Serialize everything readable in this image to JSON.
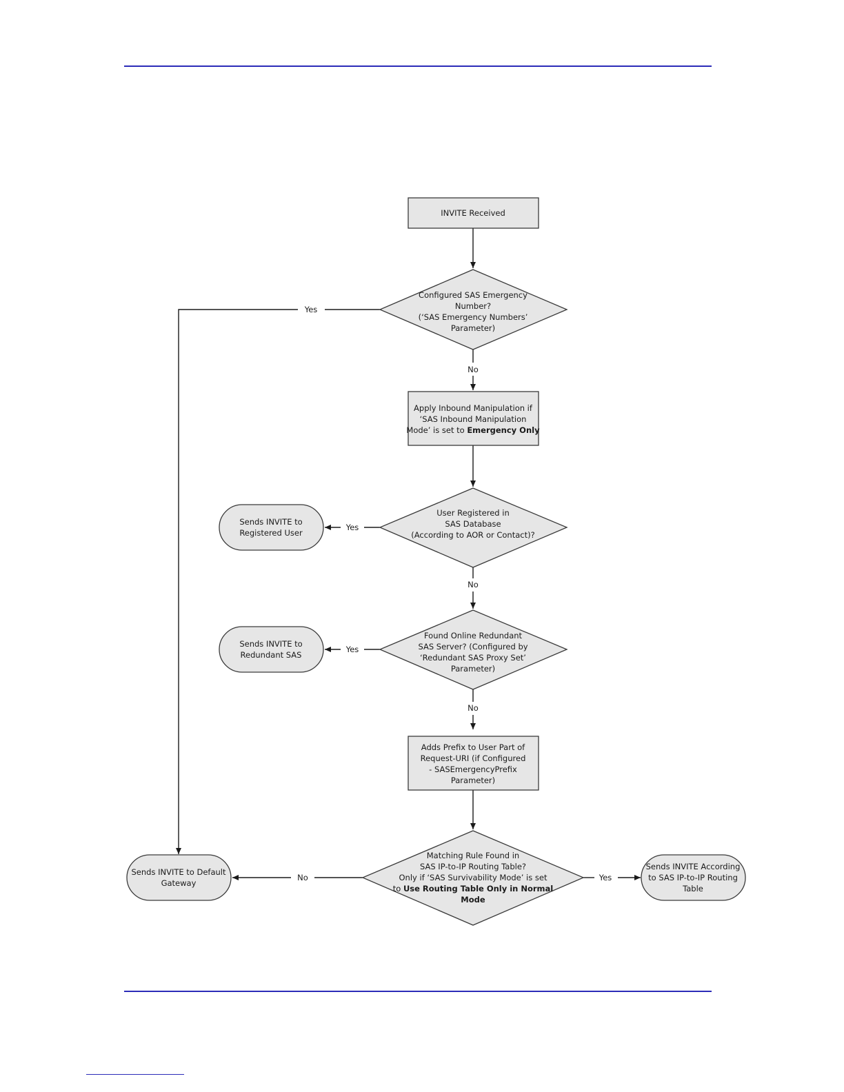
{
  "colors": {
    "rule": "#2b2bb8",
    "shape_fill": "#e6e6e6",
    "shape_stroke": "#3a3a3a",
    "line": "#1a1a1a"
  },
  "nodes": {
    "start": {
      "lines": [
        "INVITE Received"
      ]
    },
    "d_emergency": {
      "lines": [
        "Configured SAS Emergency",
        "Number?",
        "(‘SAS Emergency Numbers’",
        "Parameter)"
      ]
    },
    "p_inbound": {
      "lines": [
        "Apply Inbound Manipulation if",
        "‘SAS Inbound Manipulation",
        "Mode’ is set to |Emergency Only"
      ]
    },
    "d_registered": {
      "lines": [
        "User Registered in",
        "SAS Database",
        "(According to AOR or Contact)?"
      ]
    },
    "t_registered": {
      "lines": [
        "Sends INVITE to",
        "Registered User"
      ]
    },
    "d_redundant": {
      "lines": [
        "Found Online Redundant",
        "SAS Server? (Configured by",
        "‘Redundant SAS Proxy Set’",
        "Parameter)"
      ]
    },
    "t_redundant": {
      "lines": [
        "Sends INVITE to",
        "Redundant SAS"
      ]
    },
    "p_prefix": {
      "lines": [
        "Adds Prefix to User Part of",
        "Request-URI (if Configured",
        "- SASEmergencyPrefix",
        "Parameter)"
      ]
    },
    "d_matching": {
      "lines": [
        "Matching Rule Found in",
        "SAS IP-to-IP Routing Table?",
        "Only if ‘SAS Survivability Mode’ is set",
        "to |Use Routing Table Only in Normal",
        "|Mode"
      ]
    },
    "t_default": {
      "lines": [
        "Sends INVITE to Default",
        "Gateway"
      ]
    },
    "t_routing": {
      "lines": [
        "Sends INVITE According",
        "to SAS IP-to-IP Routing",
        "Table"
      ]
    }
  },
  "edge_labels": {
    "emergency_yes": "Yes",
    "emergency_no": "No",
    "registered_yes": "Yes",
    "registered_no": "No",
    "redundant_yes": "Yes",
    "redundant_no": "No",
    "matching_no": "No",
    "matching_yes": "Yes"
  }
}
